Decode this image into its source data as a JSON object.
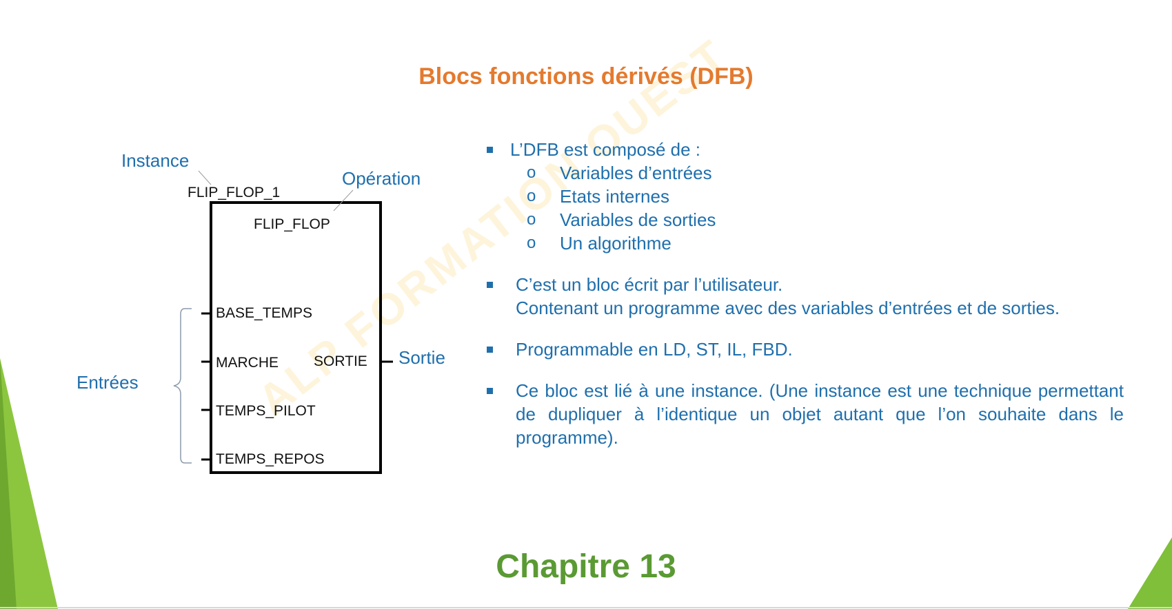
{
  "title": "Blocs fonctions dérivés (DFB)",
  "watermark": "ALP FORMATION OUEST",
  "diagram": {
    "instance_label": "Instance",
    "instance_name": "FLIP_FLOP_1",
    "operation_label": "Opération",
    "block_type": "FLIP_FLOP",
    "inputs": [
      "BASE_TEMPS",
      "MARCHE",
      "TEMPS_PILOT",
      "TEMPS_REPOS"
    ],
    "output": "SORTIE",
    "inputs_label": "Entrées",
    "output_label": "Sortie"
  },
  "bullets": {
    "b1": "L’DFB est composé de :",
    "b1_sub": [
      "Variables d’entrées",
      "Etats internes",
      "Variables de sorties",
      "Un algorithme"
    ],
    "b2_line1": "C’est un bloc écrit par l’utilisateur.",
    "b2_line2": "Contenant  un programme avec des variables  d’entrées et de sorties.",
    "b3": "Programmable en LD, ST, IL, FBD.",
    "b4": "Ce bloc est lié à une instance. (Une instance est une technique permettant de dupliquer à l’identique un objet autant que l’on souhaite dans le programme)."
  },
  "sub_marker": "o",
  "footer": "Chapitre 13",
  "colors": {
    "title": "#e47a2e",
    "text": "#1f6fad",
    "footer": "#5a9a33",
    "accent_left": "#8cc63f",
    "accent_right": "#7fbf3a"
  }
}
